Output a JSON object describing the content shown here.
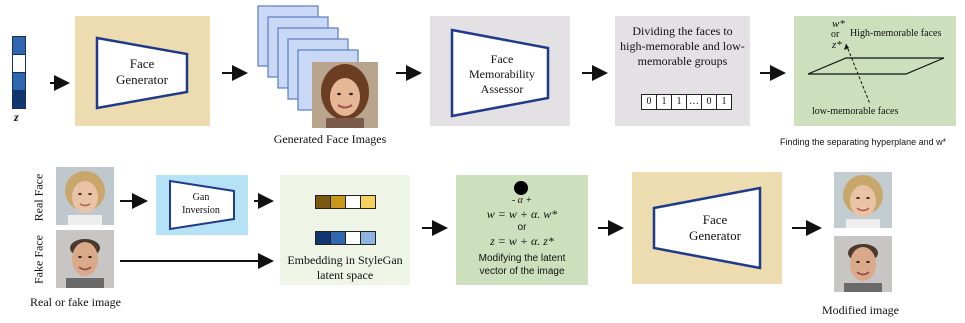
{
  "row1": {
    "z_label": "z",
    "z_colors": [
      "#2e67b0",
      "#ffffff",
      "#2e67b0",
      "#12366f"
    ],
    "face_generator_label": "Face Generator",
    "generated_images_label": "Generated Face Images",
    "assessor_label": "Face Memorability Assessor",
    "dividing_label": "Dividing the faces to high-memorable and low-memorable groups",
    "sequence": [
      "0",
      "1",
      "1",
      "…",
      "0",
      "1"
    ],
    "w_star": "w*",
    "or": "or",
    "z_star": "z*",
    "high_label": "High-memorable faces",
    "low_label": "low-memorable faces",
    "hyperplane_caption": "Finding the separating hyperplane and w*"
  },
  "row2": {
    "real_face_label": "Real Face",
    "fake_face_label": "Fake Face",
    "real_or_fake_label": "Real or fake image",
    "gan_inversion_label": "Gan Inversion",
    "embedding_label": "Embedding in StyleGan latent space",
    "embed_colors_top": [
      "#7a5a10",
      "#c9981a",
      "#ffffff",
      "#f5d060"
    ],
    "embed_colors_bottom": [
      "#12366f",
      "#2e67b0",
      "#ffffff",
      "#8fb4e0"
    ],
    "sign": "- α +",
    "eq1": "w = w + α. w*",
    "or": "or",
    "eq2": "z = w + α. z*",
    "modifying_label": "Modifying the latent vector of the image",
    "face_generator_label": "Face Generator",
    "modified_label": "Modified image"
  },
  "colors": {
    "generator_bg": "#ecdcb0",
    "generator_shape": "#1f3a8a",
    "assessor_bg": "#e3e1e3",
    "dividing_bg": "#e3e1e3",
    "hyperplane_bg": "#cde0bd",
    "gan_inversion_bg": "#b5e3f5",
    "embedding_bg": "#eef4e6",
    "modify_bg": "#cde0bd",
    "stack_fill": "#c8d8f5",
    "stack_stroke": "#5a7cc4"
  }
}
